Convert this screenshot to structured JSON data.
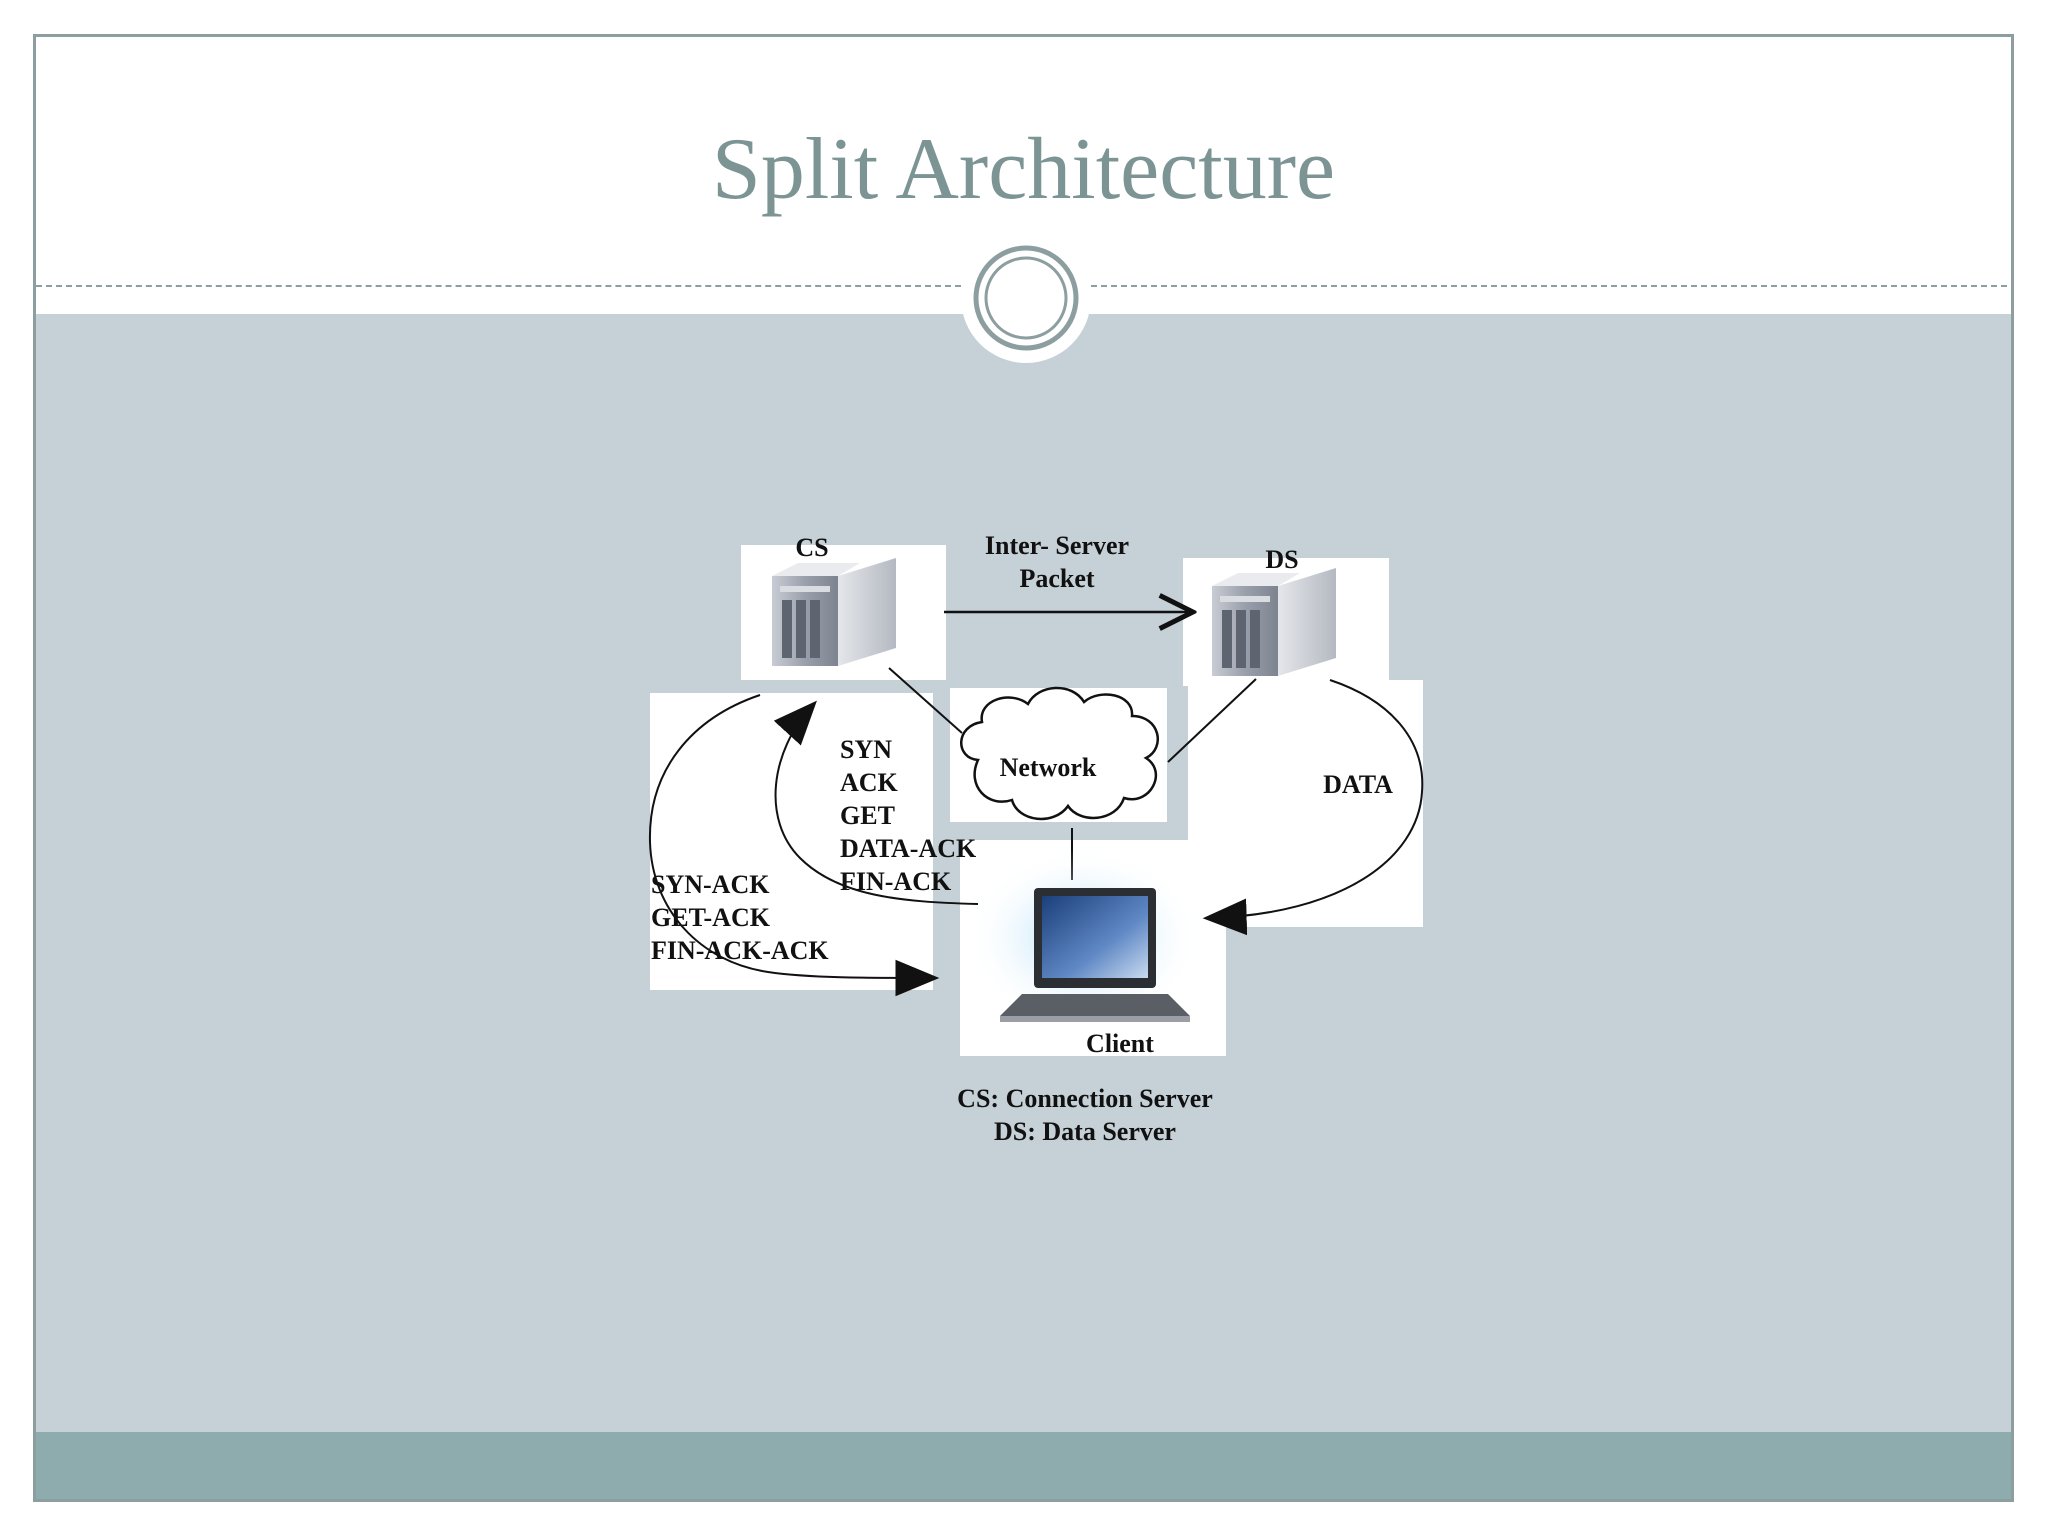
{
  "slide": {
    "title": "Split Architecture"
  },
  "diagram": {
    "nodes": {
      "cs": {
        "label": "CS",
        "icon": "server-icon"
      },
      "ds": {
        "label": "DS",
        "icon": "server-icon"
      },
      "network": {
        "label": "Network",
        "icon": "cloud-icon"
      },
      "client": {
        "label": "Client",
        "icon": "laptop-icon"
      }
    },
    "edges": {
      "inter_server": {
        "line1": "Inter- Server",
        "line2": "Packet"
      },
      "client_to_cs": [
        "SYN",
        "ACK",
        "GET",
        "DATA-ACK",
        "FIN-ACK"
      ],
      "cs_to_client": [
        "SYN-ACK",
        "GET-ACK",
        "FIN-ACK-ACK"
      ],
      "ds_to_client": "DATA"
    },
    "legend": [
      "CS: Connection Server",
      "DS: Data Server"
    ]
  },
  "colors": {
    "title": "#7c9494",
    "content_bg": "#c5d0d7",
    "footer": "#8eacad",
    "frame": "#8c9ea0"
  }
}
